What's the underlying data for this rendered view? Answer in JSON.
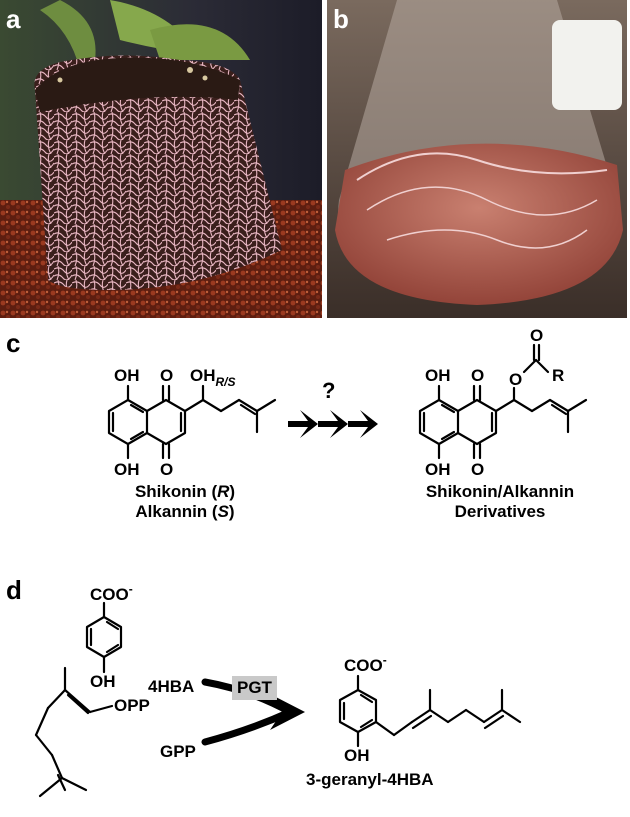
{
  "panels": {
    "a": {
      "letter": "a"
    },
    "b": {
      "letter": "b"
    },
    "c": {
      "letter": "c"
    },
    "d": {
      "letter": "d"
    }
  },
  "panel_c": {
    "reactant": {
      "oh_top": "OH",
      "oh_bottom": "OH",
      "o_top": "O",
      "o_bottom": "O",
      "side_oh": "OH",
      "stereo": "R/S",
      "name_line1_a": "Shikonin (",
      "name_line1_it": "R",
      "name_line1_b": ")",
      "name_line2_a": "Alkannin (",
      "name_line2_it": "S",
      "name_line2_b": ")"
    },
    "arrow_question": "?",
    "product": {
      "oh_top": "OH",
      "oh_bottom": "OH",
      "o_top": "O",
      "o_bottom": "O",
      "ester_o": "O",
      "carbonyl_o": "O",
      "r_group": "R",
      "name_line1": "Shikonin/Alkannin",
      "name_line2": "Derivatives"
    }
  },
  "panel_d": {
    "hba": {
      "coo": "COO",
      "charge": "-",
      "oh": "OH",
      "label": "4HBA"
    },
    "gpp": {
      "opp": "OPP",
      "label": "GPP"
    },
    "enzyme": "PGT",
    "product": {
      "coo": "COO",
      "charge": "-",
      "oh": "OH",
      "name": "3-geranyl-4HBA"
    }
  },
  "colors": {
    "root_pink": "#e8b6c2",
    "soil_dark": "#2a1c14",
    "medium_red": "#b35a4c",
    "enzyme_box": "#c9c9c9"
  }
}
